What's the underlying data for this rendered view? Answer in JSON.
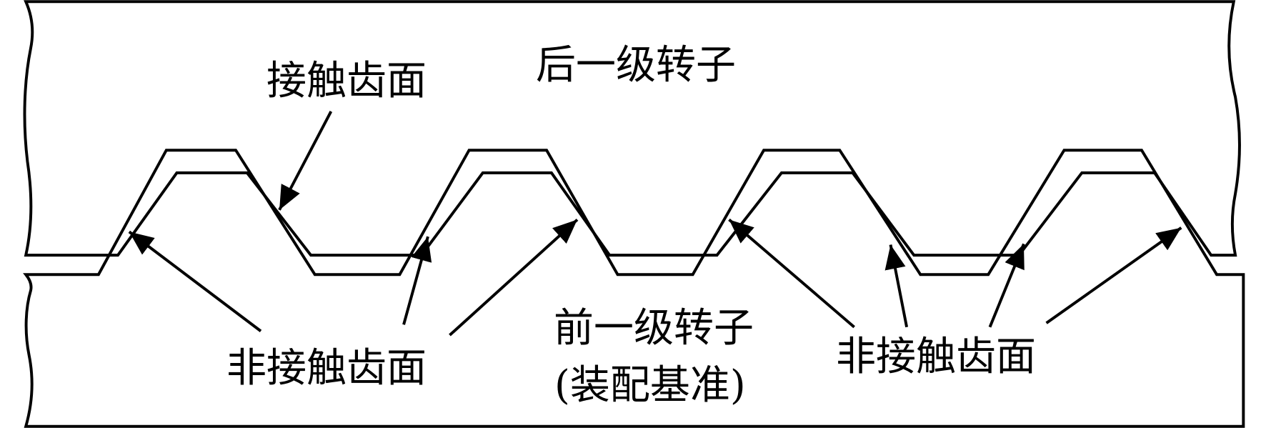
{
  "labels": {
    "upper_rotor": "后一级转子",
    "contact_face": "接触齿面",
    "non_contact_face": "非接触齿面",
    "lower_rotor": "前一级转子",
    "lower_rotor_note": "(装配基准)"
  }
}
